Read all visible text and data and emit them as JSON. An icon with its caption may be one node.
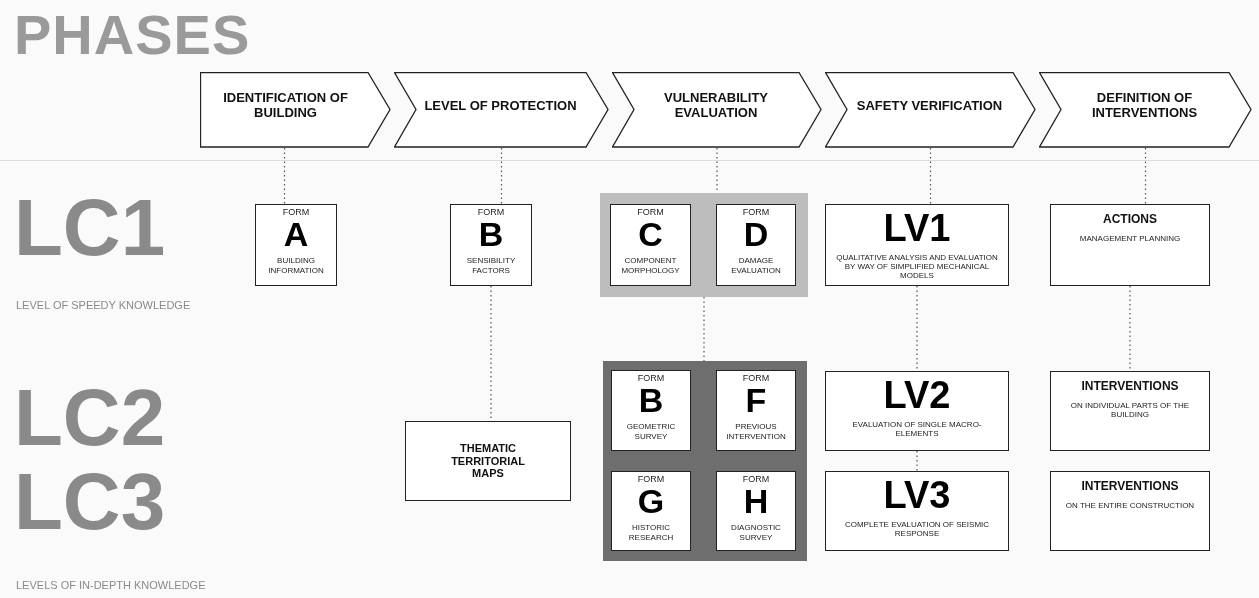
{
  "diagram": {
    "title": "PHASES",
    "nodes": [
      {
        "text": [
          "IDENTIFICATION OF BUILDING"
        ]
      },
      {
        "text": [
          "LEVEL OF PROTECTION"
        ]
      },
      {
        "text": [
          "VULNERABILITY EVALUATION"
        ]
      },
      {
        "text": [
          "SAFETY VERIFICATION"
        ]
      },
      {
        "text": [
          "DEFINITION OF INTERVENTIONS"
        ]
      },
      {
        "text": [
          "FORM",
          "A",
          "BUILDING INFORMATION"
        ]
      },
      {
        "text": [
          "FORM",
          "B",
          "SENSIBILITY FACTORS"
        ]
      },
      {
        "text": [],
        "shape": "box"
      },
      {
        "text": [
          "FORM",
          "C",
          "COMPONENT MORPHOLOGY"
        ],
        "in": 7
      },
      {
        "text": [
          "FORM",
          "D",
          "DAMAGE EVALUATION"
        ],
        "in": 7
      },
      {
        "text": [
          "LV1",
          "QUALITATIVE ANALYSIS AND EVALUATION BY WAY OF SIMPLIFIED MECHANICAL MODELS"
        ]
      },
      {
        "text": [
          "ACTIONS",
          "MANAGEMENT PLANNING"
        ]
      },
      {
        "text": [
          "THEMATIC TERRITORIAL MAPS"
        ]
      },
      {
        "text": [],
        "shape": "box"
      },
      {
        "text": [
          "FORM",
          "B",
          "GEOMETRIC SURVEY"
        ],
        "in": 13
      },
      {
        "text": [
          "FORM",
          "F",
          "PREVIOUS INTERVENTION"
        ],
        "in": 13
      },
      {
        "text": [
          "FORM",
          "G",
          "HISTORIC RESEARCH"
        ],
        "in": 13
      },
      {
        "text": [
          "FORM",
          "H",
          "DIAGNOSTIC SURVEY"
        ],
        "in": 13
      },
      {
        "text": [
          "LV2",
          "EVALUATION OF SINGLE MACRO-ELEMENTS"
        ]
      },
      {
        "text": [
          "INTERVENTIONS",
          "ON INDIVIDUAL PARTS OF THE BUILDING"
        ]
      },
      {
        "text": [
          "LV3",
          "COMPLETE EVALUATION OF SEISMIC RESPONSE"
        ]
      },
      {
        "text": [
          "INTERVENTIONS",
          "ON THE ENTIRE CONSTRUCTION"
        ]
      }
    ],
    "edges": [
      {
        "from": 0,
        "to": 5,
        "arrow": "none",
        "style": "dashed"
      },
      {
        "from": 1,
        "to": 6,
        "arrow": "none",
        "style": "dashed"
      },
      {
        "from": 6,
        "to": 12,
        "arrow": "none",
        "style": "dashed"
      },
      {
        "from": 2,
        "to": 7,
        "arrow": "none",
        "style": "dashed"
      },
      {
        "from": 7,
        "to": 13,
        "arrow": "none",
        "style": "dashed"
      },
      {
        "from": 3,
        "to": 10,
        "arrow": "none",
        "style": "dashed"
      },
      {
        "from": 10,
        "to": 18,
        "arrow": "none",
        "style": "dashed"
      },
      {
        "from": 18,
        "to": 20,
        "arrow": "none",
        "style": "dashed"
      },
      {
        "from": 4,
        "to": 11,
        "arrow": "none",
        "style": "dashed"
      },
      {
        "from": 11,
        "to": 19,
        "arrow": "none",
        "style": "dashed"
      }
    ],
    "labels": [
      "LC1",
      "LEVEL OF SPEEDY KNOWLEDGE",
      "LC2",
      "LC3",
      "LEVELS OF IN-DEPTH KNOWLEDGE"
    ]
  }
}
